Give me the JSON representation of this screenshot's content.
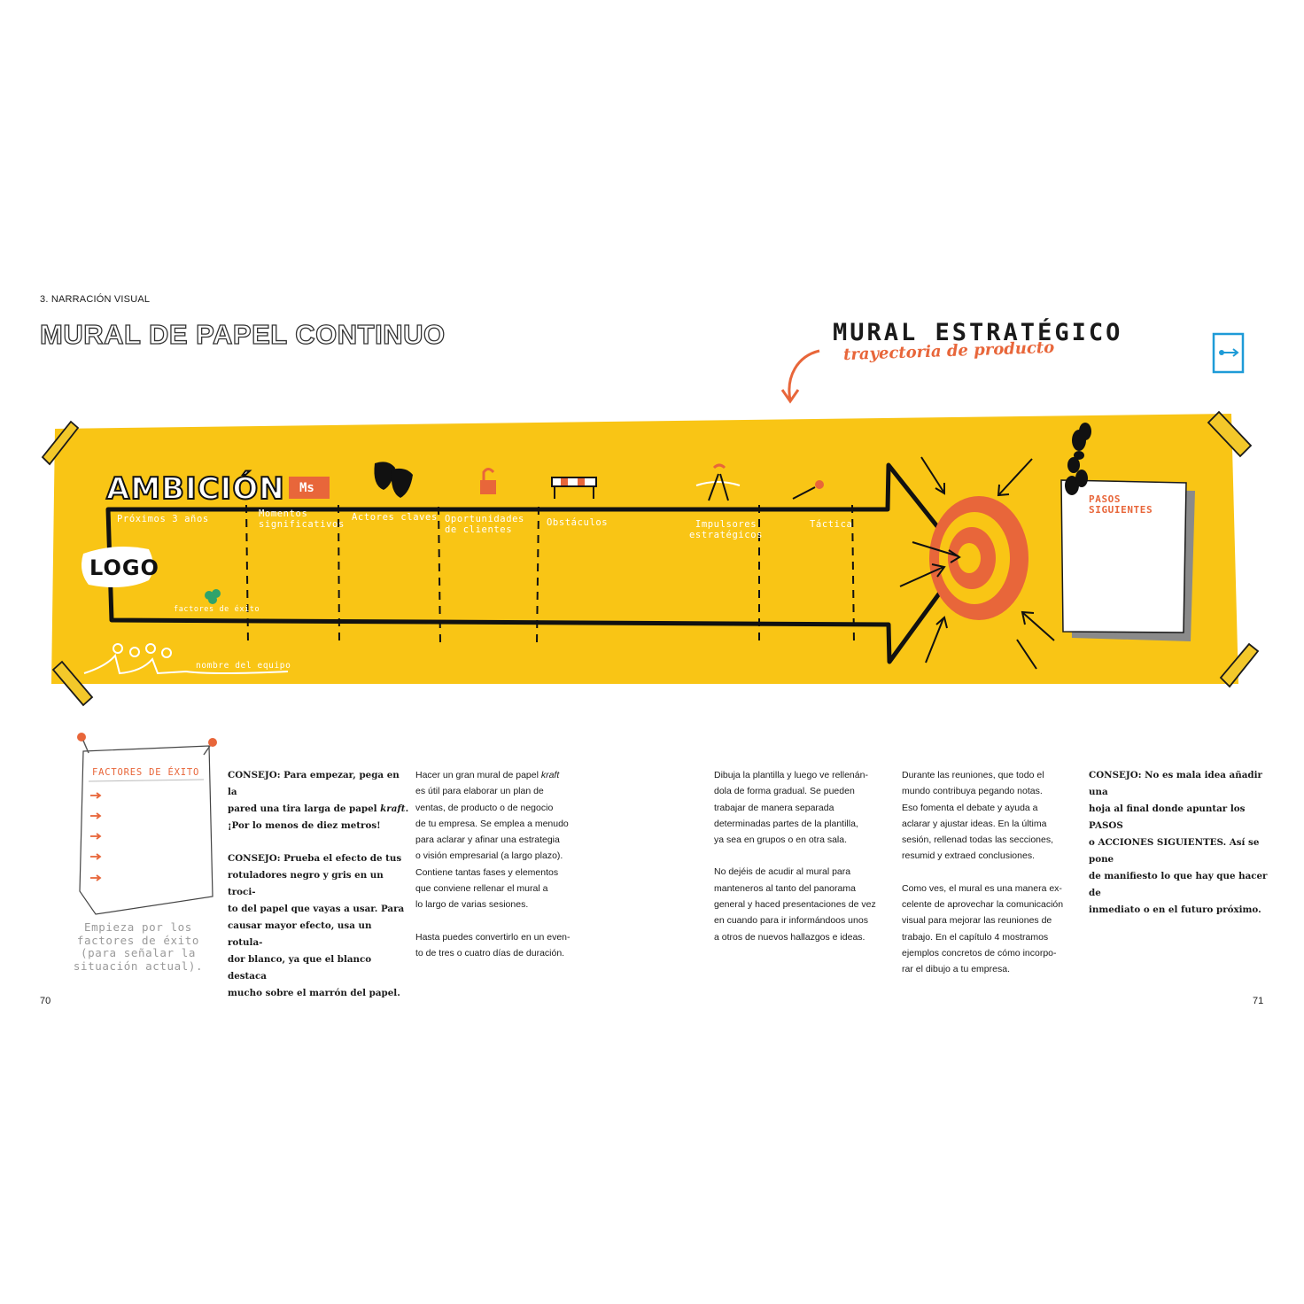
{
  "header": {
    "section_label": "3. NARRACIÓN VISUAL",
    "page_title": "MURAL DE PAPEL CONTINUO"
  },
  "mural": {
    "title": "MURAL ESTRATÉGICO",
    "subtitle": "trayectoria de producto",
    "ambition": "AMBICIÓN",
    "ms_badge": "Ms",
    "logo": "LOGO",
    "success_small": "factores de éxito",
    "team": "nombre del equipo",
    "next_steps": [
      "PASOS",
      "SIGUIENTES"
    ],
    "columns": [
      [
        "Próximos 3 años"
      ],
      [
        "Momentos",
        "significativos"
      ],
      [
        "Actores claves"
      ],
      [
        "Oportunidades",
        "de clientes"
      ],
      [
        "Obstáculos"
      ],
      [
        "Impulsores",
        "estratégicos"
      ],
      [
        "Táctica"
      ]
    ],
    "colors": {
      "yellow": "#f9c515",
      "orange": "#e8663a",
      "ink": "#1a1a1a",
      "blue": "#1e9bd7"
    }
  },
  "note": {
    "title": "FACTORES DE ÉXITO",
    "caption": [
      "Empieza por los",
      "factores de éxito",
      "(para señalar la",
      "situación actual)."
    ]
  },
  "columns": {
    "tip1": {
      "p1_label": "CONSEJO:",
      "p1_a": " Para empezar, pega en la\npared una tira larga de papel ",
      "p1_kraft": "kraft",
      "p1_b": ".\n¡Por lo menos de diez metros!",
      "p2": "CONSEJO: Prueba el efecto de tus\nrotuladores negro y gris en un troci-\nto del papel que vayas a usar. Para\ncausar mayor efecto, usa un rotula-\ndor blanco, ya que el blanco destaca\nmucho sobre el marrón del papel."
    },
    "col2": {
      "p1_a": "Hacer un gran mural de papel ",
      "p1_kraft": "kraft",
      "p1_b": "\nes útil para elaborar un plan de\nventas, de producto o de negocio\nde tu empresa. Se emplea a menudo\npara aclarar y afinar una estrategia\no visión empresarial (a largo plazo).\nContiene tantas fases y elementos\nque conviene rellenar el mural a\nlo largo de varias sesiones.",
      "p2": "Hasta puedes convertirlo en un even-\nto de tres o cuatro días de duración."
    },
    "col3": {
      "p1": "Dibuja la plantilla y luego ve rellenán-\ndola de forma gradual. Se pueden\ntrabajar de manera separada\ndeterminadas partes de la plantilla,\nya sea en grupos o en otra sala.",
      "p2": "No dejéis de acudir al mural para\nmanteneros al tanto del panorama\ngeneral y haced presentaciones de vez\nen cuando para ir informándoos unos\na otros de nuevos hallazgos e ideas."
    },
    "col4": {
      "p1": "Durante las reuniones, que todo el\nmundo contribuya pegando notas.\nEso fomenta el debate y ayuda a\naclarar y ajustar ideas. En la última\nsesión, rellenad todas las secciones,\nresumid y extraed conclusiones.",
      "p2": "Como ves, el mural es una manera ex-\ncelente de aprovechar la comunicación\nvisual para mejorar las reuniones de\ntrabajo. En el capítulo 4 mostramos\nejemplos concretos de cómo incorpo-\nrar el dibujo a tu empresa."
    },
    "tip2": {
      "p1": "CONSEJO: No es mala idea añadir una\nhoja al final donde apuntar los PASOS\no ACCIONES SIGUIENTES. Así se pone\nde manifiesto lo que hay que hacer de\ninmediato o en el futuro próximo."
    }
  },
  "footer": {
    "left_page": "70",
    "right_page": "71"
  }
}
